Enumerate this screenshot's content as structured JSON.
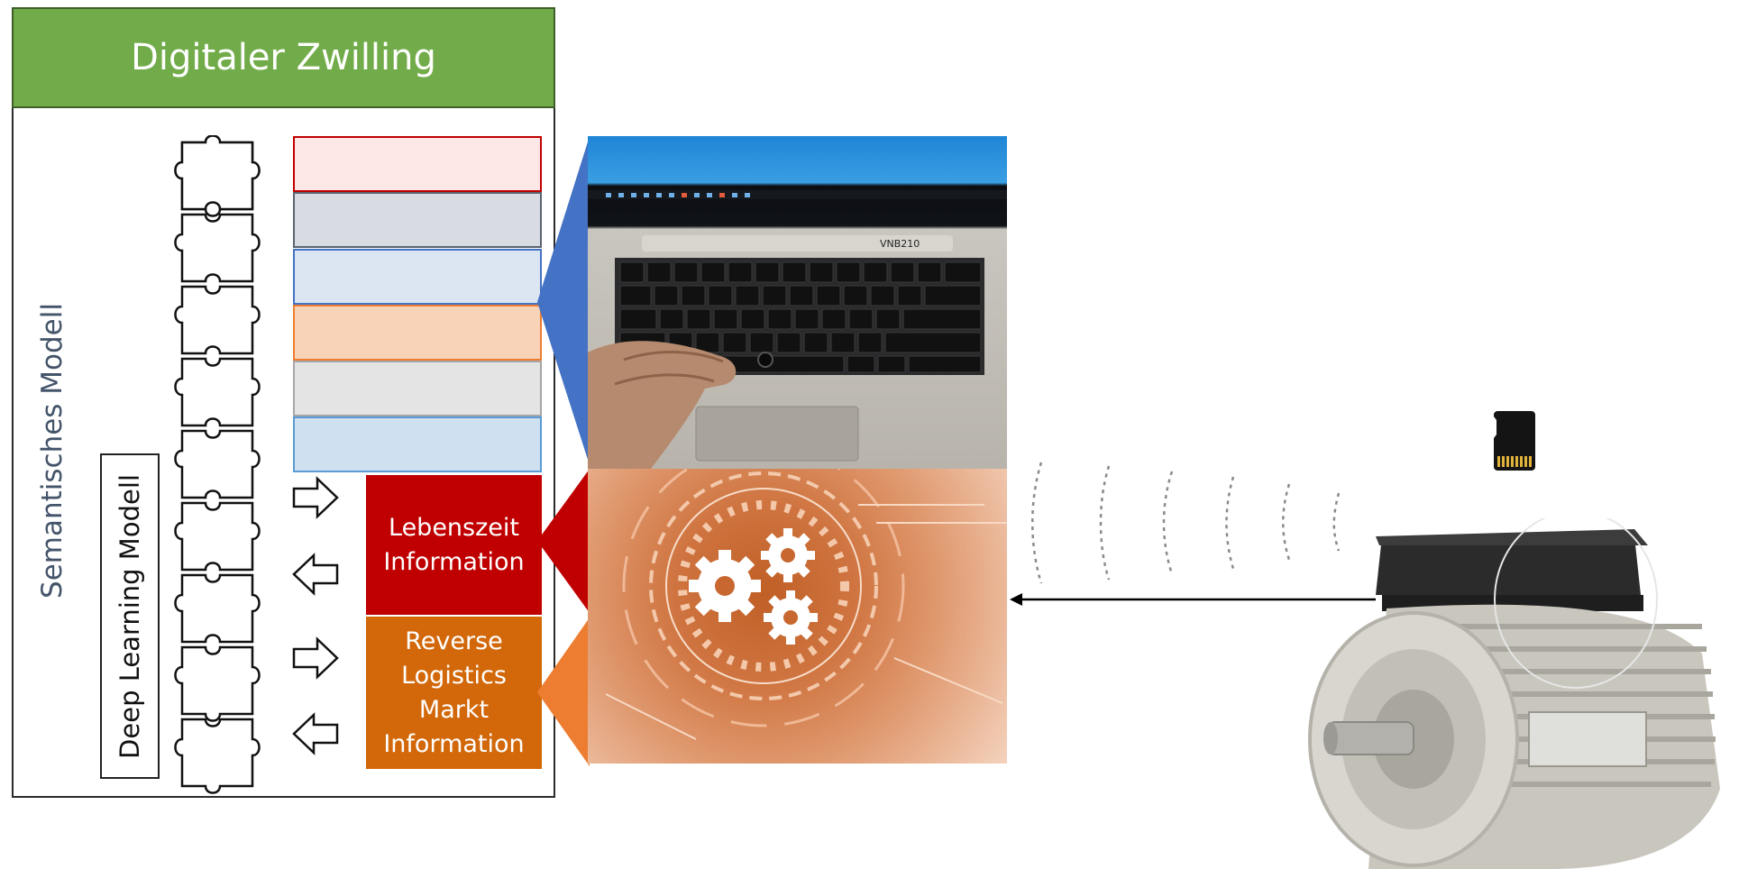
{
  "header": {
    "title": "Digitaler Zwilling"
  },
  "labels": {
    "semantic_model": "Semantisches Modell",
    "deep_learning_model": "Deep Learning Modell"
  },
  "info_boxes": {
    "lifetime": [
      "Lebenszeit",
      "Information"
    ],
    "reverse_logistics": [
      "Reverse",
      "Logistics",
      "Markt",
      "Information"
    ]
  },
  "laptop": {
    "label": "VNB210"
  },
  "colors": {
    "header_green": "#72ac4a",
    "lifetime_red": "#c00000",
    "logistics_orange": "#d2680a",
    "wedge_blue": "#4472c4",
    "wedge_orange": "#ed7d31",
    "semantic_text": "#44546a",
    "bars": [
      "#fde7e7",
      "#d8dce2",
      "#dce6f3",
      "#f8d3b8",
      "#e4e4e4",
      "#cfe0f1"
    ],
    "bar_borders": [
      "#c00000",
      "#5a6472",
      "#4472c4",
      "#ed7d31",
      "#a6a6a6",
      "#5b9bd5"
    ]
  },
  "icons": [
    "puzzle-chain-icon",
    "arrow-right-icon",
    "arrow-left-icon",
    "gears-icon",
    "signal-waves-icon",
    "sd-card-icon",
    "electric-motor-icon",
    "laptop-icon"
  ]
}
